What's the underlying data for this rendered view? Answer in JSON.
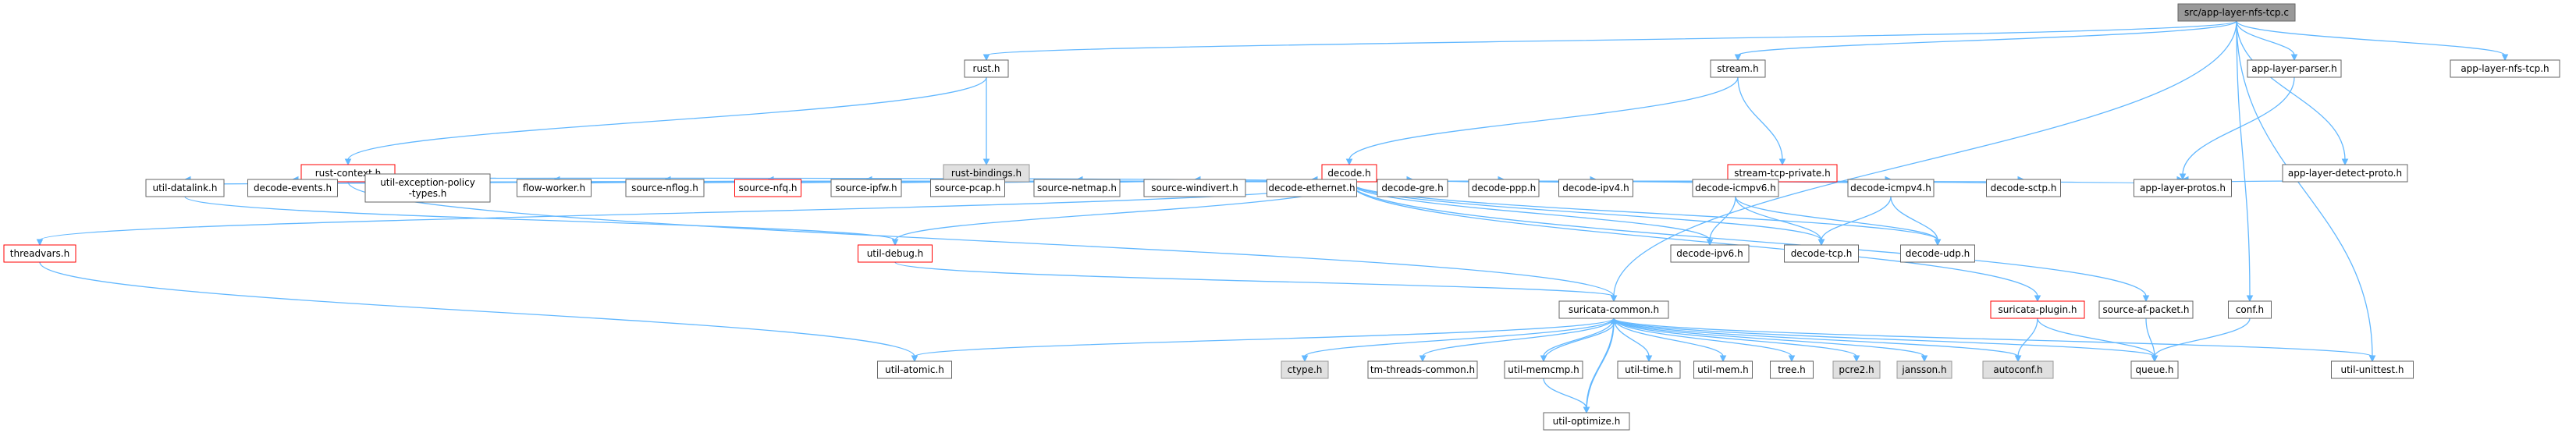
{
  "colors": {
    "edge": "#63b8ff",
    "node_fill": "#ffffff",
    "node_stroke": "#666666",
    "node_red_stroke": "#ff0000",
    "node_gray_fill": "#e0e0e0",
    "node_gray_stroke": "#999999",
    "root_fill": "#999999",
    "root_stroke": "#666666"
  },
  "nodes": [
    {
      "id": "root",
      "label": "src/app-layer-nfs-tcp.c",
      "style": "root"
    },
    {
      "id": "rust",
      "label": "rust.h",
      "style": "normal"
    },
    {
      "id": "stream",
      "label": "stream.h",
      "style": "normal"
    },
    {
      "id": "alp",
      "label": "app-layer-parser.h",
      "style": "normal"
    },
    {
      "id": "alnfs",
      "label": "app-layer-nfs-tcp.h",
      "style": "normal"
    },
    {
      "id": "rustctx",
      "label": "rust-context.h",
      "style": "red"
    },
    {
      "id": "rustbind",
      "label": "rust-bindings.h",
      "style": "gray"
    },
    {
      "id": "decode",
      "label": "decode.h",
      "style": "red"
    },
    {
      "id": "stp",
      "label": "stream-tcp-private.h",
      "style": "red"
    },
    {
      "id": "aldp",
      "label": "app-layer-detect-proto.h",
      "style": "normal"
    },
    {
      "id": "udl",
      "label": "util-datalink.h",
      "style": "normal"
    },
    {
      "id": "devents",
      "label": "decode-events.h",
      "style": "normal"
    },
    {
      "id": "uexc",
      "label": "util-exception-policy\n-types.h",
      "style": "normal"
    },
    {
      "id": "fw",
      "label": "flow-worker.h",
      "style": "normal"
    },
    {
      "id": "snflog",
      "label": "source-nflog.h",
      "style": "normal"
    },
    {
      "id": "snfq",
      "label": "source-nfq.h",
      "style": "red"
    },
    {
      "id": "sipfw",
      "label": "source-ipfw.h",
      "style": "normal"
    },
    {
      "id": "spcap",
      "label": "source-pcap.h",
      "style": "normal"
    },
    {
      "id": "snetmap",
      "label": "source-netmap.h",
      "style": "normal"
    },
    {
      "id": "swd",
      "label": "source-windivert.h",
      "style": "normal"
    },
    {
      "id": "deth",
      "label": "decode-ethernet.h",
      "style": "normal"
    },
    {
      "id": "dgre",
      "label": "decode-gre.h",
      "style": "normal"
    },
    {
      "id": "dppp",
      "label": "decode-ppp.h",
      "style": "normal"
    },
    {
      "id": "dipv4",
      "label": "decode-ipv4.h",
      "style": "normal"
    },
    {
      "id": "dicmp6",
      "label": "decode-icmpv6.h",
      "style": "normal"
    },
    {
      "id": "dicmp4",
      "label": "decode-icmpv4.h",
      "style": "normal"
    },
    {
      "id": "dsctp",
      "label": "decode-sctp.h",
      "style": "normal"
    },
    {
      "id": "alprotos",
      "label": "app-layer-protos.h",
      "style": "normal"
    },
    {
      "id": "threadvars",
      "label": "threadvars.h",
      "style": "red"
    },
    {
      "id": "udebug",
      "label": "util-debug.h",
      "style": "red"
    },
    {
      "id": "dipv6",
      "label": "decode-ipv6.h",
      "style": "normal"
    },
    {
      "id": "dtcp",
      "label": "decode-tcp.h",
      "style": "normal"
    },
    {
      "id": "dudp",
      "label": "decode-udp.h",
      "style": "normal"
    },
    {
      "id": "conf",
      "label": "conf.h",
      "style": "normal"
    },
    {
      "id": "scommon",
      "label": "suricata-common.h",
      "style": "normal"
    },
    {
      "id": "splugin",
      "label": "suricata-plugin.h",
      "style": "red"
    },
    {
      "id": "safp",
      "label": "source-af-packet.h",
      "style": "normal"
    },
    {
      "id": "uatomic",
      "label": "util-atomic.h",
      "style": "normal"
    },
    {
      "id": "ctype",
      "label": "ctype.h",
      "style": "gray"
    },
    {
      "id": "tmtc",
      "label": "tm-threads-common.h",
      "style": "normal"
    },
    {
      "id": "umemcmp",
      "label": "util-memcmp.h",
      "style": "normal"
    },
    {
      "id": "utime",
      "label": "util-time.h",
      "style": "normal"
    },
    {
      "id": "umem",
      "label": "util-mem.h",
      "style": "normal"
    },
    {
      "id": "tree",
      "label": "tree.h",
      "style": "normal"
    },
    {
      "id": "pcre2",
      "label": "pcre2.h",
      "style": "gray"
    },
    {
      "id": "jansson",
      "label": "jansson.h",
      "style": "gray"
    },
    {
      "id": "autoconf",
      "label": "autoconf.h",
      "style": "gray"
    },
    {
      "id": "queue",
      "label": "queue.h",
      "style": "normal"
    },
    {
      "id": "uunit",
      "label": "util-unittest.h",
      "style": "normal"
    },
    {
      "id": "uopt",
      "label": "util-optimize.h",
      "style": "normal"
    }
  ],
  "edges": [
    [
      "root",
      "rust"
    ],
    [
      "root",
      "stream"
    ],
    [
      "root",
      "alp"
    ],
    [
      "root",
      "alnfs"
    ],
    [
      "root",
      "aldp"
    ],
    [
      "root",
      "conf"
    ],
    [
      "root",
      "uunit"
    ],
    [
      "root",
      "scommon"
    ],
    [
      "rust",
      "rustctx"
    ],
    [
      "rust",
      "rustbind"
    ],
    [
      "stream",
      "decode"
    ],
    [
      "stream",
      "stp"
    ],
    [
      "alp",
      "alprotos"
    ],
    [
      "aldp",
      "alprotos"
    ],
    [
      "rustctx",
      "scommon"
    ],
    [
      "decode",
      "udl"
    ],
    [
      "decode",
      "devents"
    ],
    [
      "decode",
      "uexc"
    ],
    [
      "decode",
      "fw"
    ],
    [
      "decode",
      "snflog"
    ],
    [
      "decode",
      "snfq"
    ],
    [
      "decode",
      "sipfw"
    ],
    [
      "decode",
      "spcap"
    ],
    [
      "decode",
      "snetmap"
    ],
    [
      "decode",
      "swd"
    ],
    [
      "decode",
      "deth"
    ],
    [
      "decode",
      "dgre"
    ],
    [
      "decode",
      "dppp"
    ],
    [
      "decode",
      "dipv4"
    ],
    [
      "decode",
      "dicmp6"
    ],
    [
      "decode",
      "dicmp4"
    ],
    [
      "decode",
      "dsctp"
    ],
    [
      "decode",
      "alprotos"
    ],
    [
      "decode",
      "threadvars"
    ],
    [
      "decode",
      "udebug"
    ],
    [
      "decode",
      "dipv6"
    ],
    [
      "decode",
      "dtcp"
    ],
    [
      "decode",
      "dudp"
    ],
    [
      "decode",
      "splugin"
    ],
    [
      "decode",
      "safp"
    ],
    [
      "udl",
      "udebug"
    ],
    [
      "dicmp6",
      "dipv6"
    ],
    [
      "dicmp6",
      "dtcp"
    ],
    [
      "dicmp6",
      "dudp"
    ],
    [
      "dicmp4",
      "dtcp"
    ],
    [
      "dicmp4",
      "dudp"
    ],
    [
      "threadvars",
      "uatomic"
    ],
    [
      "udebug",
      "scommon"
    ],
    [
      "conf",
      "queue"
    ],
    [
      "splugin",
      "autoconf"
    ],
    [
      "splugin",
      "queue"
    ],
    [
      "safp",
      "queue"
    ],
    [
      "scommon",
      "uatomic"
    ],
    [
      "scommon",
      "ctype"
    ],
    [
      "scommon",
      "tmtc"
    ],
    [
      "scommon",
      "umemcmp"
    ],
    [
      "scommon",
      "utime"
    ],
    [
      "scommon",
      "umem"
    ],
    [
      "scommon",
      "tree"
    ],
    [
      "scommon",
      "pcre2"
    ],
    [
      "scommon",
      "jansson"
    ],
    [
      "scommon",
      "autoconf"
    ],
    [
      "scommon",
      "queue"
    ],
    [
      "scommon",
      "uunit"
    ],
    [
      "scommon",
      "uopt"
    ],
    [
      "umemcmp",
      "scommon"
    ],
    [
      "umemcmp",
      "uopt"
    ],
    [
      "uopt",
      "scommon"
    ]
  ]
}
